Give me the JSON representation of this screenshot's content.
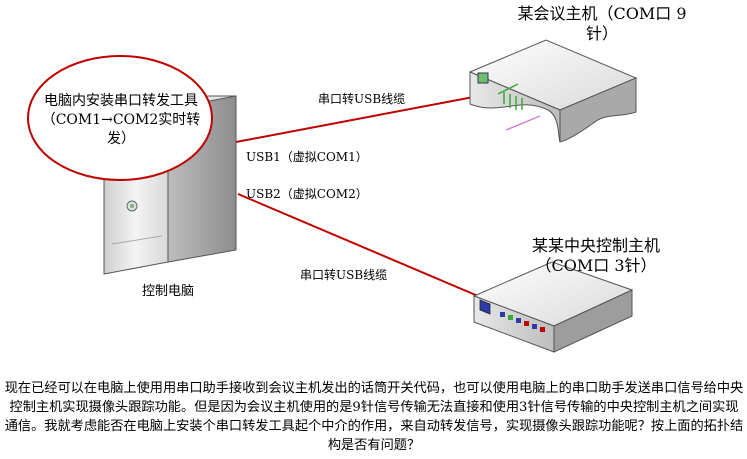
{
  "pc": {
    "label": "控制电脑",
    "usb1_label": "USB1（虚拟COM1）",
    "usb2_label": "USB2（虚拟COM2）",
    "bubble_text": "电脑内安装串口转发工具（COM1→COM2实时转发）"
  },
  "conference_host": {
    "title_line1": "某会议主机（COM口 9",
    "title_line2": "针）"
  },
  "control_host": {
    "title_line1": "某某中央控制主机",
    "title_line2": "（COM口 3针）"
  },
  "cables": {
    "top_label": "串口转USB线缆",
    "bottom_label": "串口转USB线缆"
  },
  "description": "现在已经可以在电脑上使用用串口助手接收到会议主机发出的话筒开关代码，也可以使用电脑上的串口助手发送串口信号给中央控制主机实现摄像头跟踪功能。但是因为会议主机使用的是9针信号传输无法直接和使用3针信号传输的中央控制主机之间实现通信。我就考虑能否在电脑上安装个串口转发工具起个中介的作用，来自动转发信号，实现摄像头跟踪功能呢？按上面的拓扑结构是否有问题？",
  "colors": {
    "cable": "#c00000",
    "bubble_border": "#c00000",
    "device_blue": "#2e3aa8",
    "device_green": "#3aa83a"
  }
}
